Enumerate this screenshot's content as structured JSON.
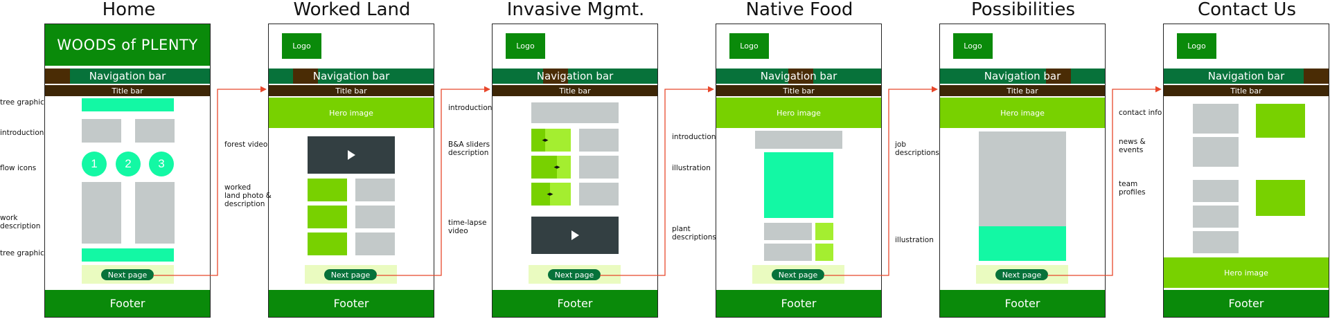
{
  "pages": [
    {
      "title": "Home"
    },
    {
      "title": "Worked Land"
    },
    {
      "title": "Invasive Mgmt."
    },
    {
      "title": "Native Food"
    },
    {
      "title": "Possibilities"
    },
    {
      "title": "Contact Us"
    }
  ],
  "common": {
    "logo": "Logo",
    "nav": "Navigation bar",
    "title_bar": "Title bar",
    "hero": "Hero image",
    "next": "Next page",
    "footer": "Footer"
  },
  "home": {
    "banner": "WOODS of PLENTY",
    "circles": [
      "1",
      "2",
      "3"
    ],
    "labels": {
      "tree_graphic_1": "tree graphic",
      "introduction": "introduction",
      "flow_icons": "flow icons",
      "work_description": "work\ndescription",
      "tree_graphic_2": "tree graphic"
    }
  },
  "worked_land": {
    "labels": {
      "forest_video": "forest video",
      "worked_land": "worked\nland photo &\ndescription"
    }
  },
  "invasive": {
    "labels": {
      "introduction": "introduction",
      "sliders": "B&A sliders\ndescription",
      "timelapse": "time-lapse\nvideo"
    },
    "slider_glyph": "◂▸"
  },
  "native_food": {
    "labels": {
      "introduction": "introduction",
      "illustration": "illustration",
      "plants": "plant\ndescriptions"
    }
  },
  "possibilities": {
    "labels": {
      "jobs": "job\ndescriptions",
      "illustration": "illustration"
    }
  },
  "contact": {
    "labels": {
      "contact_info": "contact info",
      "news": "news &\nevents",
      "team": "team\nprofiles"
    }
  },
  "colors": {
    "brand_green": "#0a8a0a",
    "nav_green": "#07723a",
    "title_brown": "#3d2606",
    "hero_green": "#78d100",
    "mint": "#13f8a4",
    "lime": "#a4ee30",
    "placeholder_gray": "#c3c9c9",
    "video_dark": "#333f42",
    "arrow_red": "#e8472b"
  }
}
